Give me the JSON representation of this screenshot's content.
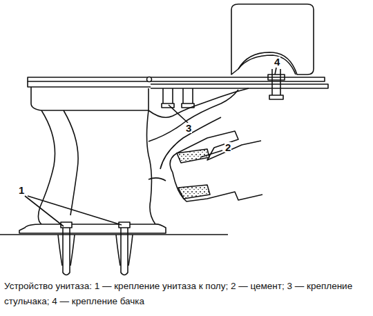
{
  "diagram": {
    "caption": "Устройство унитаза: 1 — крепление унитаза к полу; 2 — цемент; 3 — крепление стульчака; 4 — крепление бачка",
    "labels": [
      "4",
      "3",
      "2",
      "1"
    ]
  }
}
